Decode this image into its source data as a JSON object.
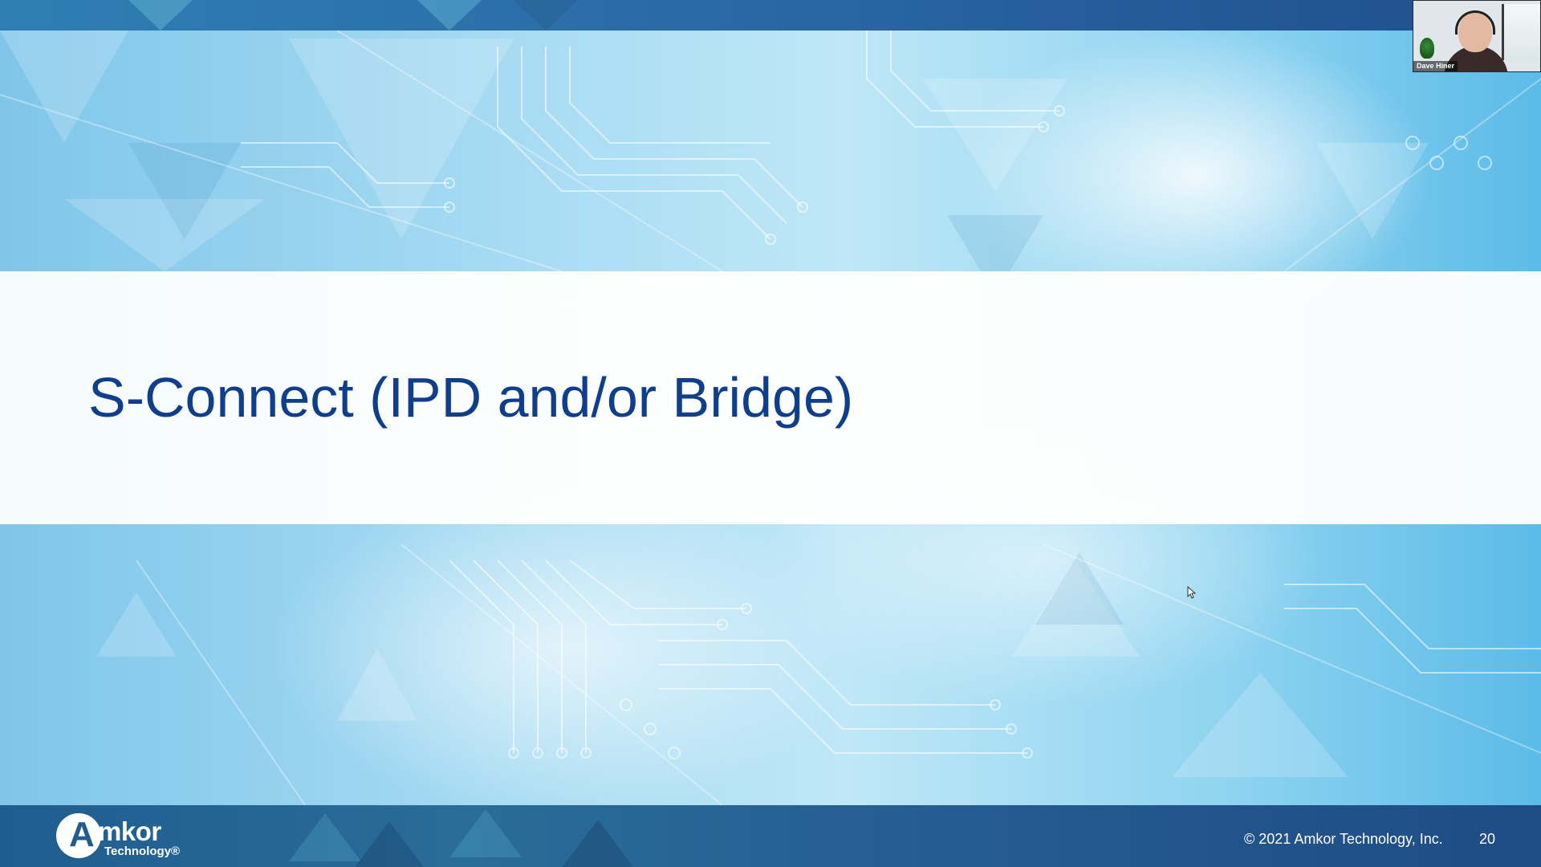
{
  "slide": {
    "title": "S-Connect (IPD and/or Bridge)",
    "page_number": "20"
  },
  "footer": {
    "logo_word": "mkor",
    "logo_letter": "A",
    "logo_sub": "Technology®",
    "copyright": "© 2021 Amkor Technology, Inc."
  },
  "video": {
    "participant_name": "Dave Hiner"
  },
  "colors": {
    "title": "#0f3f8c",
    "footer": "#1f5d8f",
    "background_light": "#bfe7f7",
    "background_mid": "#7fc6ea"
  }
}
